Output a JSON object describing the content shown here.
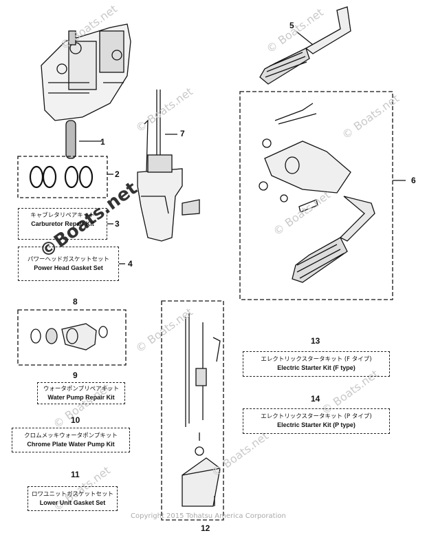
{
  "title": "",
  "watermarks": [
    "© Boats.net",
    "© Boats.net",
    "© Boats.net",
    "© Boats.net",
    "© Boats.net",
    "© Boats.net",
    "© Boats.net",
    "© Boats.net",
    "© Boats.net",
    "© Boats.net"
  ],
  "big_watermark": "©Boats.net",
  "callouts": {
    "n1": "1",
    "n2": "2",
    "n3": "3",
    "n4": "4",
    "n5": "5",
    "n6": "6",
    "n7": "7",
    "n8": "8",
    "n9": "9",
    "n10": "10",
    "n11": "11",
    "n12": "12",
    "n13": "13",
    "n14": "14"
  },
  "kits": {
    "k3": {
      "jp": "キャブレタリペアキット",
      "en": "Carburetor Repair Kit"
    },
    "k4": {
      "jp": "パワーヘッドガスケットセット",
      "en": "Power Head Gasket Set"
    },
    "k9": {
      "jp": "ウォータポンプリペアキット",
      "en": "Water Pump Repair Kit"
    },
    "k10": {
      "jp": "クロムメッキウォータポンプキット",
      "en": "Chrome Plate Water Pump Kit"
    },
    "k11": {
      "jp": "ロワユニットガスケットセット",
      "en": "Lower Unit Gasket Set"
    },
    "k13": {
      "jp": "エレクトリックスタータキット (F タイプ)",
      "en": "Electric Starter Kit (F type)"
    },
    "k14": {
      "jp": "エレクトリックスタータキット (P タイプ)",
      "en": "Electric Starter Kit (P type)"
    }
  },
  "copyright": "Copyright 2015 Tohatsu America Corporation"
}
